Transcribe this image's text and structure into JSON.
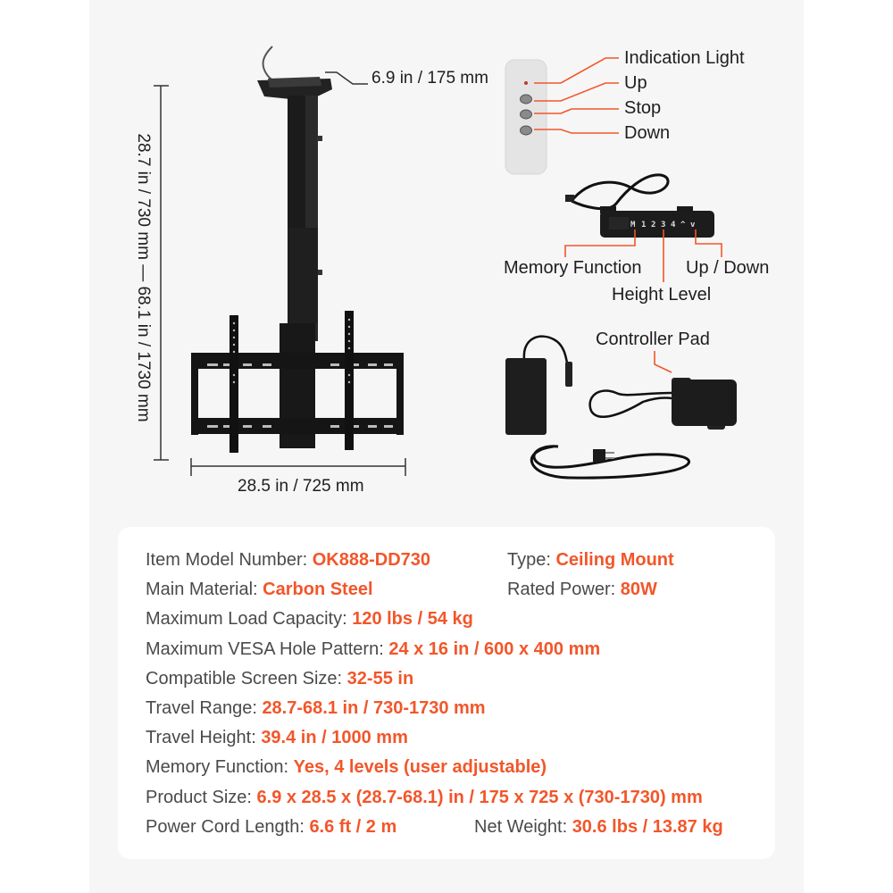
{
  "diagram": {
    "dimensions": {
      "top_width": "6.9 in / 175 mm",
      "height_range": "28.7 in / 730 mm — 68.1 in / 1730 mm",
      "bracket_width": "28.5 in / 725 mm"
    },
    "remote_labels": [
      "Indication Light",
      "Up",
      "Stop",
      "Down"
    ],
    "keypad": {
      "keys": [
        "M",
        "1",
        "2",
        "3",
        "4",
        "^",
        "v"
      ],
      "labels": {
        "memory": "Memory Function",
        "height": "Height Level",
        "updown": "Up / Down"
      }
    },
    "controller_label": "Controller Pad"
  },
  "colors": {
    "accent": "#f2562a",
    "panel_bg": "#f6f6f6",
    "card_bg": "#ffffff",
    "text": "#4a4a4a"
  },
  "specs": [
    {
      "key": "Item Model Number: ",
      "value": "OK888-DD730"
    },
    {
      "key": "Type: ",
      "value": "Ceiling Mount"
    },
    {
      "key": "Main Material: ",
      "value": "Carbon Steel"
    },
    {
      "key": "Rated Power: ",
      "value": "80W"
    },
    {
      "key": "Maximum Load Capacity: ",
      "value": "120 lbs / 54 kg"
    },
    {
      "key": "Maximum VESA Hole Pattern: ",
      "value": "24 x 16 in / 600 x 400 mm"
    },
    {
      "key": "Compatible Screen Size: ",
      "value": "32-55 in"
    },
    {
      "key": "Travel Range: ",
      "value": "28.7-68.1 in / 730-1730 mm"
    },
    {
      "key": "Travel Height: ",
      "value": "39.4 in / 1000 mm"
    },
    {
      "key": "Memory Function: ",
      "value": "Yes, 4 levels (user adjustable)"
    },
    {
      "key": "Product Size: ",
      "value": "6.9 x 28.5 x (28.7-68.1) in / 175 x 725 x (730-1730) mm"
    },
    {
      "key": "Power Cord Length: ",
      "value": "6.6 ft / 2 m"
    },
    {
      "key": "Net Weight: ",
      "value": "30.6 lbs / 13.87 kg"
    }
  ]
}
